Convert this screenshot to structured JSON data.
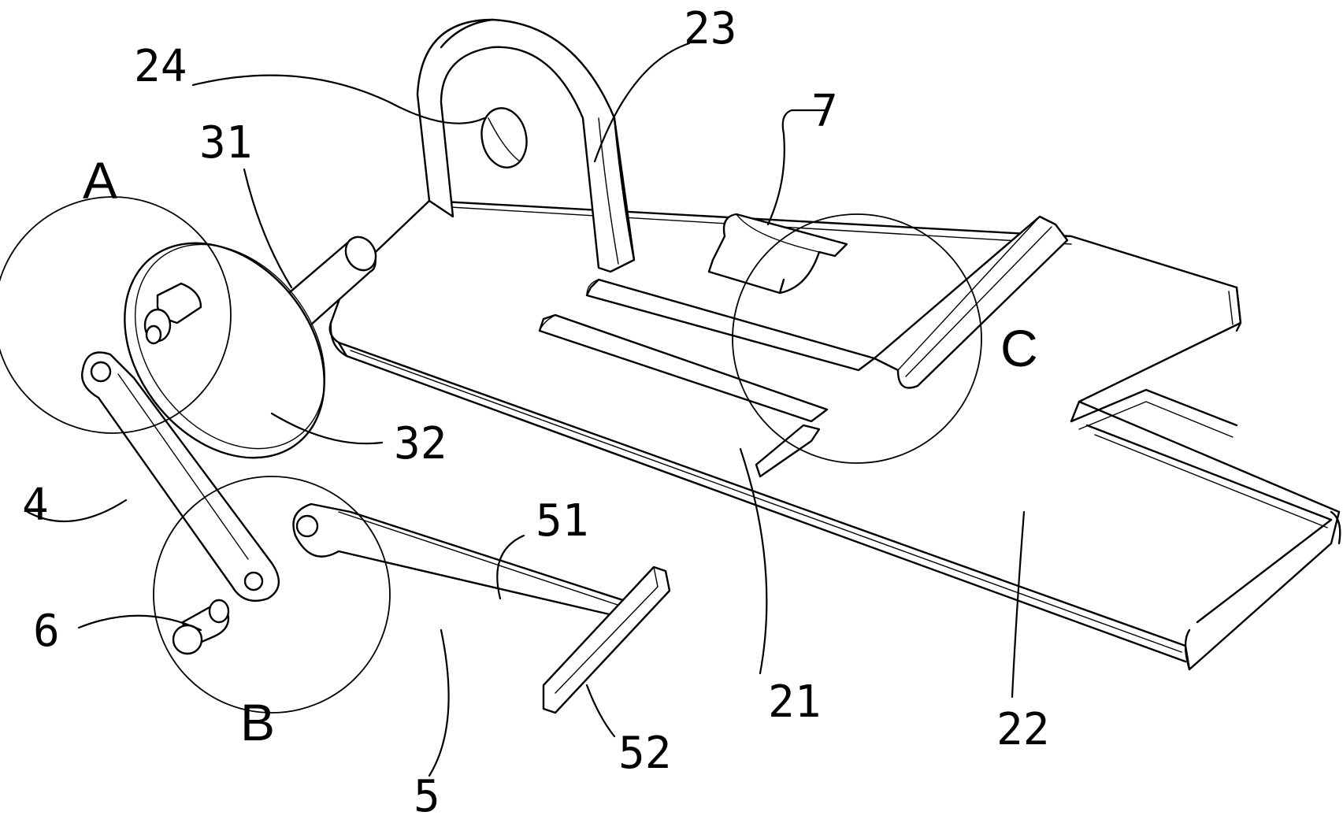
{
  "labels": {
    "l23": "23",
    "l24": "24",
    "l31": "31",
    "l7": "7",
    "lA": "A",
    "lC": "C",
    "l32": "32",
    "l4": "4",
    "l51": "51",
    "l6": "6",
    "lB": "B",
    "l21": "21",
    "l22": "22",
    "l52": "52",
    "l5": "5"
  }
}
